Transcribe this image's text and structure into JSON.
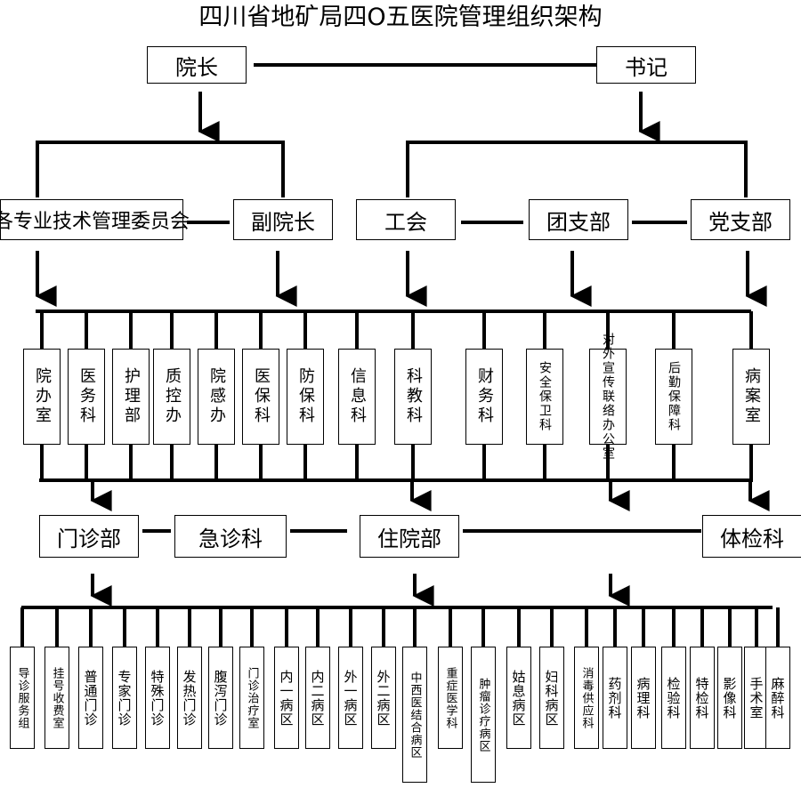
{
  "title": "四川省地矿局四O五医院管理组织架构",
  "top": {
    "president": "院长",
    "secretary": "书记"
  },
  "level2": {
    "committee": "各专业技术管理委员会",
    "vice_president": "副院长",
    "union": "工会",
    "youth_league": "团支部",
    "party_branch": "党支部"
  },
  "departments": [
    "院办室",
    "医务科",
    "护理部",
    "质控办",
    "院感办",
    "医保科",
    "防保科",
    "信息科",
    "科教科",
    "财务科",
    "安全保卫科",
    "对外宣传联络办公室",
    "后勤保障科",
    "病案室"
  ],
  "divisions": {
    "outpatient": "门诊部",
    "emergency": "急诊科",
    "inpatient": "住院部",
    "checkup": "体检科"
  },
  "units": [
    "导诊服务组",
    "挂号收费室",
    "普通门诊",
    "专家门诊",
    "特殊门诊",
    "发热门诊",
    "腹泻门诊",
    "门诊治疗室",
    "内一病区",
    "内二病区",
    "外一病区",
    "外二病区",
    "中西医结合病区",
    "重症医学科",
    "肿瘤诊疗病区",
    "姑息病区",
    "妇科病区",
    "消毒供应科",
    "药剂科",
    "病理科",
    "检验科",
    "特检科",
    "影像科",
    "手术室",
    "麻醉科"
  ]
}
